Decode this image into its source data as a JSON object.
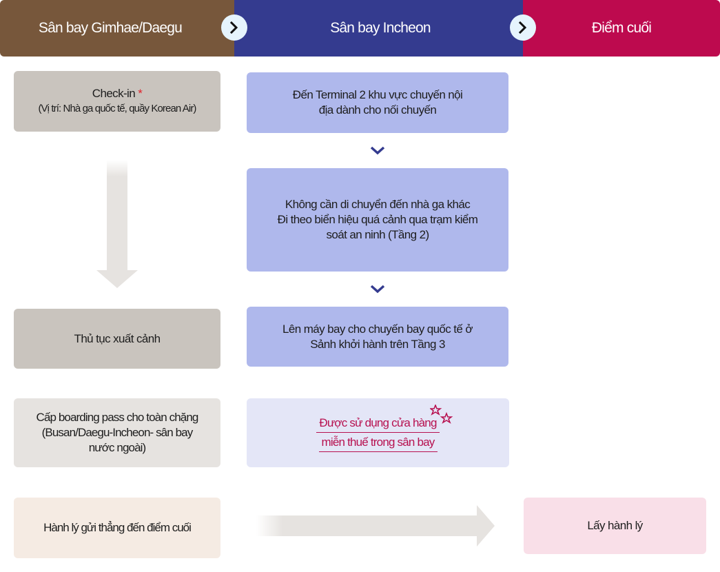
{
  "header": {
    "columns": [
      {
        "title": "Sân bay Gimhae/Daegu",
        "color": "#77573b"
      },
      {
        "title": "Sân bay Incheon",
        "color": "#343b8f"
      },
      {
        "title": "Điểm cuối",
        "color": "#bd0a4e"
      }
    ],
    "next_icon": "chevron-right-icon"
  },
  "left": {
    "checkin": {
      "title": "Check-in",
      "required_mark": "*",
      "location": "(Vị trí: Nhà ga quốc tế, quầy Korean Air)"
    },
    "departure": "Thủ tục xuất cảnh",
    "boarding_pass": {
      "line1": "Cấp boarding pass cho toàn chặng",
      "line2": "(Busan/Daegu-Incheon- sân bay",
      "line3": "nước ngoài)"
    },
    "baggage": "Hành lý gửi thẳng đến điểm cuối"
  },
  "middle": {
    "step1": {
      "line1": "Đến Terminal 2 khu vực chuyến nội",
      "line2": "địa dành cho nối chuyến"
    },
    "step2": {
      "line1": "Không cần di chuyển đến nhà ga khác",
      "line2": "Đi theo biển hiệu quá cảnh qua trạm kiểm",
      "line3": "soát an ninh (Tầng 2)"
    },
    "step3": {
      "line1": "Lên máy bay cho chuyến bay quốc tế ở",
      "line2": "Sảnh khởi hành trên Tầng 3"
    },
    "duty_free": {
      "line1": "Được sử dụng cửa hàng",
      "line2": "miễn thuế trong sân bay",
      "icon": "stars-icon",
      "color": "#b7104f"
    }
  },
  "right": {
    "baggage_claim": "Lấy hành lý"
  }
}
